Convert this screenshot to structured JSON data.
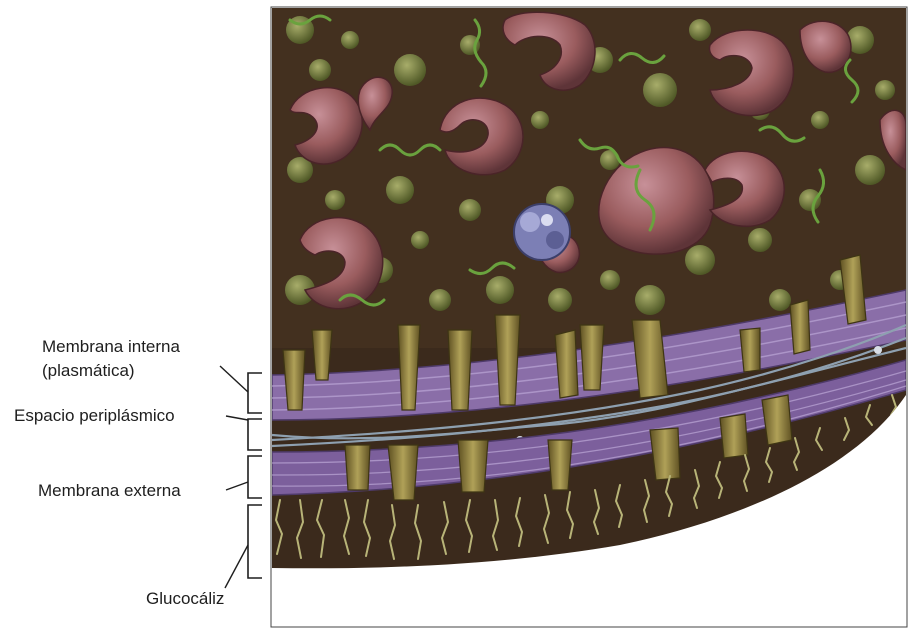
{
  "labels": {
    "inner_membrane": "Membrana interna",
    "inner_membrane_sub": "(plasmática)",
    "periplasmic_space": "Espacio periplásmico",
    "outer_membrane": "Membrana externa",
    "glycocalyx": "Glucocáliz"
  },
  "colors": {
    "cytoplasm_dark": "#3b2a1c",
    "protein_pink": "#9a5c5e",
    "protein_green": "#6f7a3a",
    "fiber_green": "#6aa23e",
    "ribosome_blue": "#7c7fb5",
    "membrane_purple": "#8a6ea8",
    "transmembrane_olive": "#8a7a3a",
    "glycocalyx_tan": "#b8b478",
    "cell_wall_gray": "#8ea0b0",
    "label_text": "#1e1e1e"
  }
}
